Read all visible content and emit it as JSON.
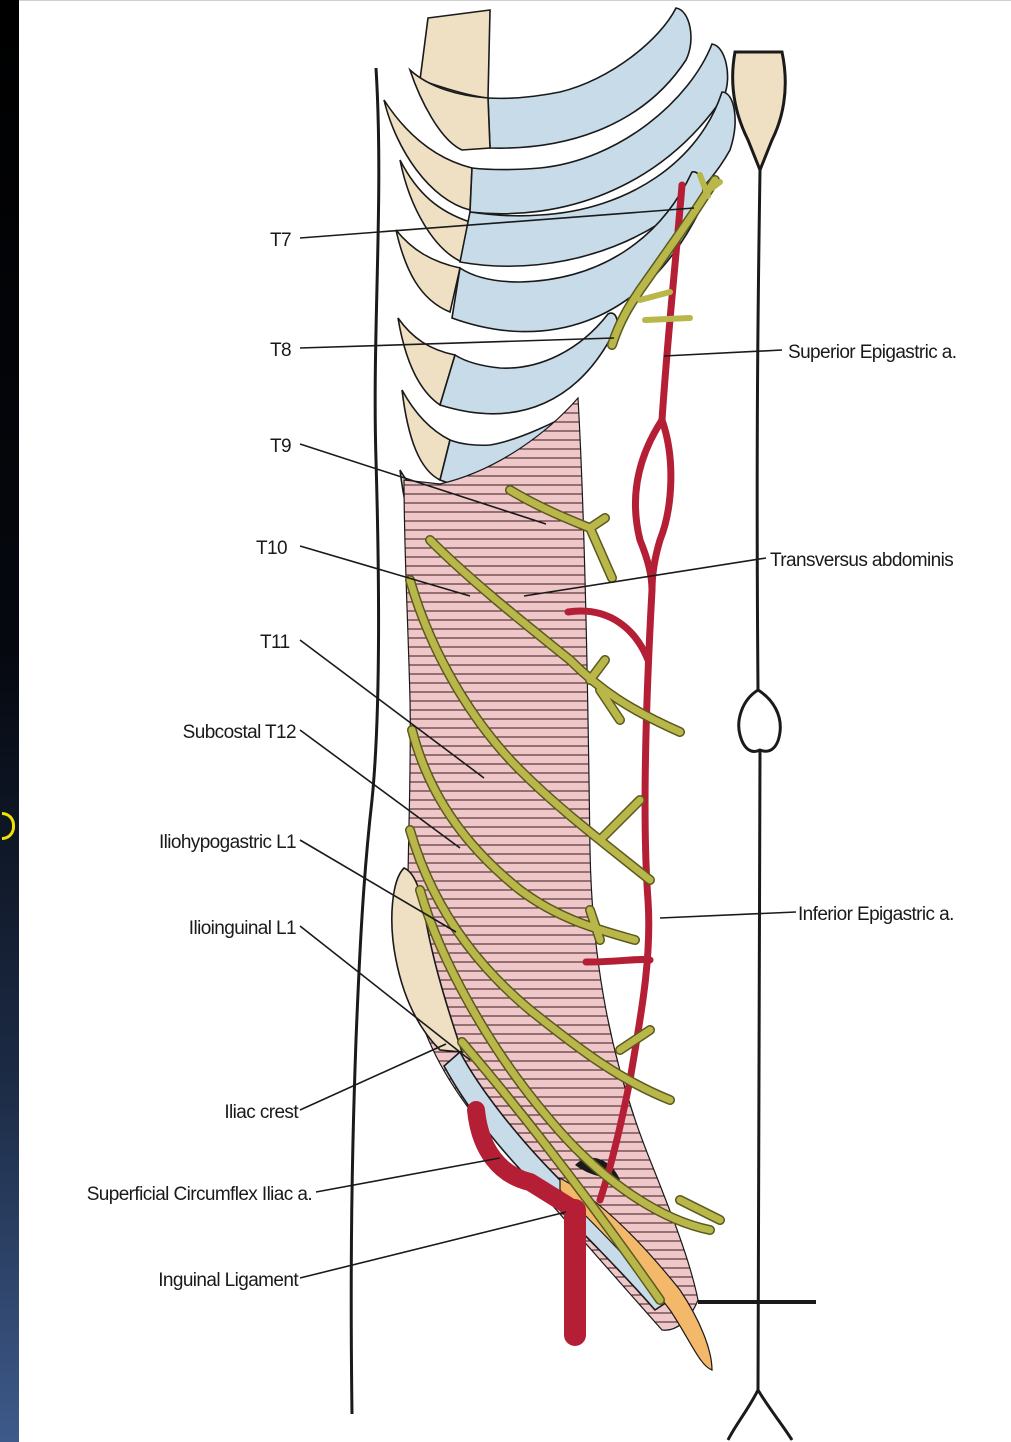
{
  "labels": {
    "t7": "T7",
    "t8": "T8",
    "t9": "T9",
    "t10": "T10",
    "t11": "T11",
    "subcostal": "Subcostal T12",
    "iliohypogastric": "Iliohypogastric L1",
    "ilioinguinal": "Ilioinguinal L1",
    "iliac_crest": "Iliac crest",
    "superficial_circumflex": "Superficial Circumflex Iliac a.",
    "inguinal_ligament": "Inguinal Ligament",
    "superior_epigastric": "Superior Epigastric a.",
    "transversus": "Transversus abdominis",
    "inferior_epigastric": "Inferior Epigastric a."
  },
  "colors": {
    "rib_cartilage": "#c7dbe9",
    "bone": "#efe0c4",
    "muscle": "#f0c7c9",
    "nerve": "#b9b64a",
    "artery": "#b51f36",
    "ligament": "#f4b86a"
  }
}
